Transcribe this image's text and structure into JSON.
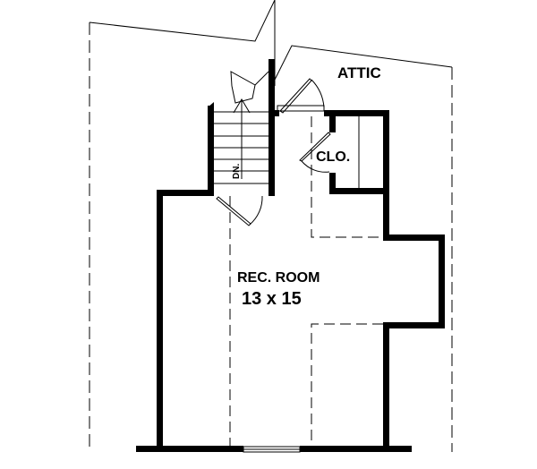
{
  "labels": {
    "attic": "ATTIC",
    "closet": "CLO.",
    "stairs": "DN.",
    "room_name": "REC. ROOM",
    "room_size": "13 x 15"
  },
  "colors": {
    "wall": "#000000",
    "background": "#ffffff"
  }
}
